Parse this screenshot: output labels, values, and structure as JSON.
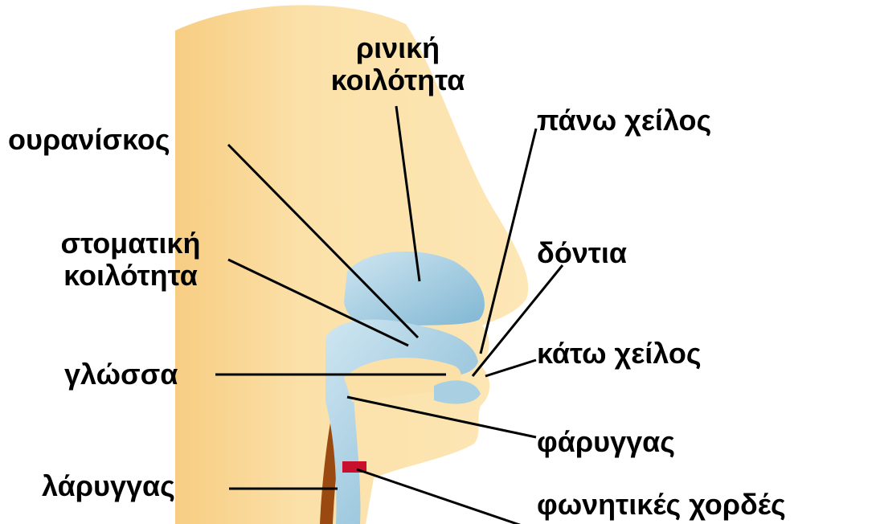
{
  "labels": {
    "nasal_cavity": [
      "ρινική",
      "κοιλότητα"
    ],
    "palate": "ουρανίσκος",
    "upper_lip": "πάνω χείλος",
    "oral_cavity": [
      "στοματική",
      "κοιλότητα"
    ],
    "teeth": "δόντια",
    "lower_lip": "κάτω χείλος",
    "tongue": "γλώσσα",
    "pharynx": "φάρυγγας",
    "larynx": "λάρυγγας",
    "vocal_cords": "φωνητικές χορδές"
  },
  "colors": {
    "skin": "#fbe0a8",
    "skin_shadow": "#f5c97a",
    "cavity": "#a9cfe2",
    "cavity_light": "#d6ebf3",
    "vocal_cords": "#c8102e",
    "neck_muscle": "#9a4a10",
    "leader_line": "#000000"
  }
}
